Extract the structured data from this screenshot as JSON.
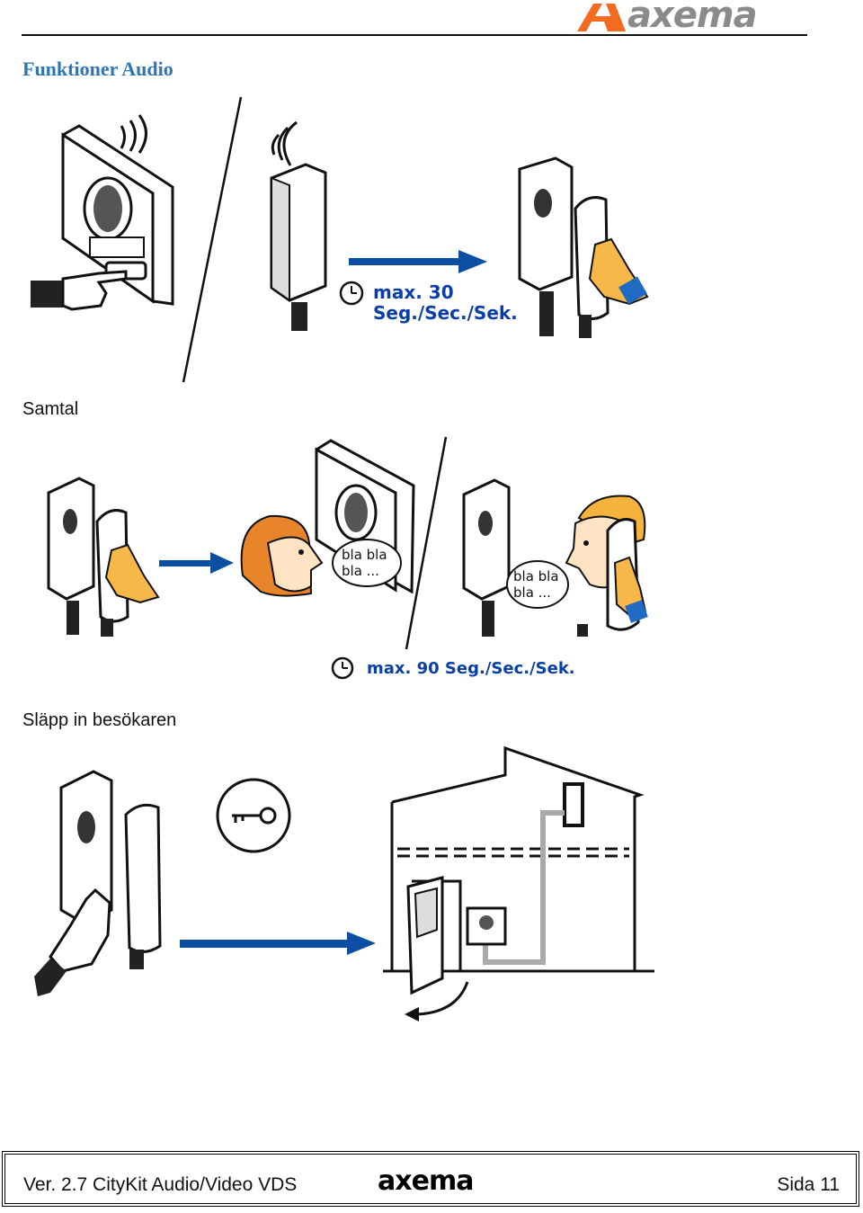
{
  "header": {
    "brand": "axema",
    "brand_color": "#f26b21",
    "section_title": "Funktioner Audio"
  },
  "diagram1": {
    "timer_line1": "max. 30",
    "timer_line2": "Seg./Sec./Sek.",
    "icons": [
      "door-panel-icon",
      "hand-press-icon",
      "ringing-waves-icon",
      "handset-icon",
      "arrow-right-icon",
      "clock-icon",
      "hand-lift-handset-icon"
    ]
  },
  "captions": {
    "call": "Samtal",
    "let_in": "Släpp in besökaren"
  },
  "diagram2": {
    "bubble1_line1": "bla bla",
    "bubble1_line2": "bla ...",
    "bubble2_line1": "bla bla",
    "bubble2_line2": "bla ...",
    "timer": "max. 90 Seg./Sec./Sek.",
    "icons": [
      "handset-icon",
      "arrow-right-icon",
      "visitor-face-icon",
      "door-panel-icon",
      "speech-bubble-icon",
      "resident-face-icon",
      "clock-icon"
    ]
  },
  "diagram3": {
    "icons": [
      "handset-icon",
      "hand-press-icon",
      "key-icon",
      "arrow-right-icon",
      "house-icon",
      "door-open-icon"
    ]
  },
  "footer": {
    "version": "Ver. 2.7 CityKit Audio/Video VDS",
    "brand": "axema",
    "page": "Sida 11"
  }
}
